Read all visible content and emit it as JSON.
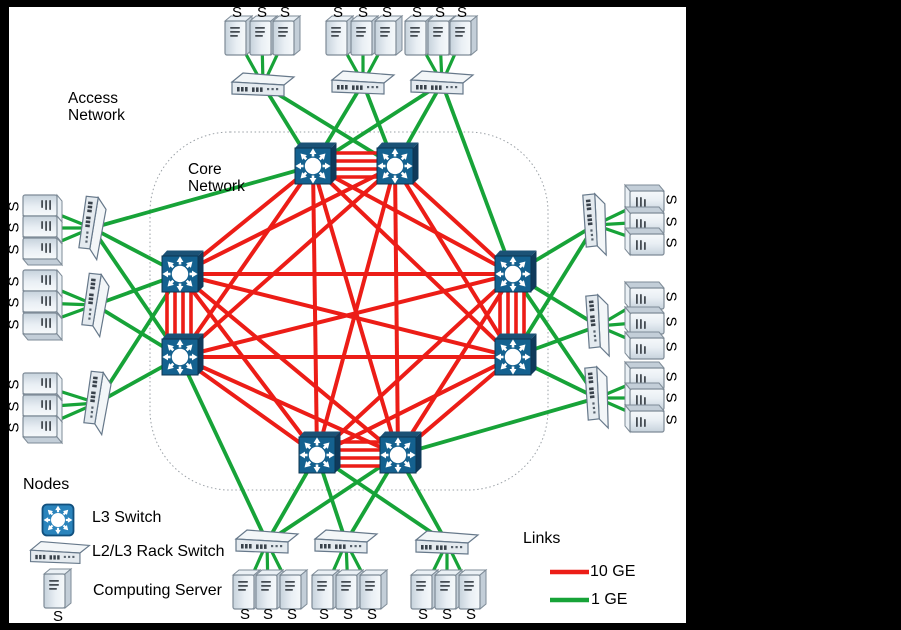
{
  "diagram": {
    "access_network_label": "Access\nNetwork",
    "core_network_label": "Core\nNetwork",
    "server_label": "S"
  },
  "legend_nodes": {
    "title": "Nodes",
    "items": [
      {
        "icon": "l3-switch-icon",
        "label": "L3 Switch"
      },
      {
        "icon": "rack-switch-icon",
        "label": "L2/L3 Rack Switch"
      },
      {
        "icon": "computing-server-icon",
        "label": "Computing Server",
        "sub_label": "S"
      }
    ]
  },
  "legend_links": {
    "title": "Links",
    "items": [
      {
        "name": "10ge-link",
        "color": "#EC1D17",
        "label": "10 GE"
      },
      {
        "name": "1ge-link",
        "color": "#17A338",
        "label": "1 GE"
      }
    ]
  },
  "colors": {
    "link_10ge": "#EC1D17",
    "link_1ge": "#17A338",
    "l3_switch_blue": "#14618F",
    "background": "#000000",
    "panel": "#FFFFFF"
  },
  "topology": {
    "core_switch_count": 8,
    "core_pair_bundle_links": 4,
    "core_pairs": [
      "top",
      "left",
      "right",
      "bottom"
    ],
    "rack_switches_per_side": 3,
    "servers_per_rack_switch": 3,
    "total_rack_switches": 12,
    "total_servers": 36
  }
}
